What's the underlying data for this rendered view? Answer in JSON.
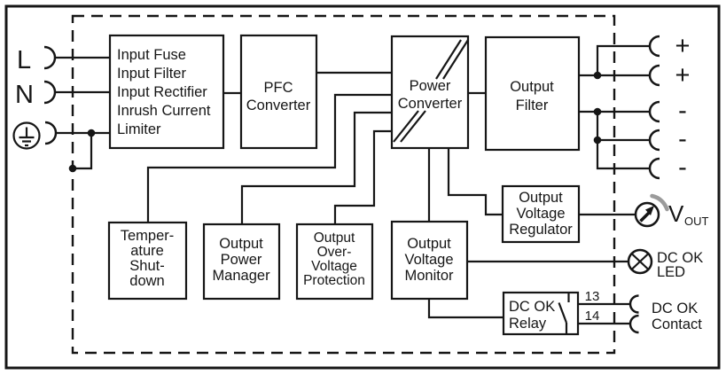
{
  "diagram_type": "power-supply-block-diagram",
  "colors": {
    "line": "#161616",
    "background": "#ffffff",
    "rotation_arrow_gray": "#9b9b9b"
  },
  "input_terminals": {
    "line_label": "L",
    "neutral_label": "N",
    "earth_icon": "protective-earth-icon"
  },
  "blocks": {
    "input_stage": {
      "lines": [
        "Input Fuse",
        "Input Filter",
        "Input Rectifier",
        "Inrush Current",
        "Limiter"
      ]
    },
    "pfc_converter": {
      "lines": [
        "PFC",
        "Converter"
      ]
    },
    "power_converter": {
      "lines": [
        "Power",
        "Converter"
      ]
    },
    "output_filter": {
      "lines": [
        "Output",
        "Filter"
      ]
    },
    "output_voltage_regulator": {
      "lines": [
        "Output",
        "Voltage",
        "Regulator"
      ]
    },
    "output_voltage_monitor": {
      "lines": [
        "Output",
        "Voltage",
        "Monitor"
      ]
    },
    "temperature_shutdown": {
      "lines": [
        "Temper-",
        "ature",
        "Shut-",
        "down"
      ]
    },
    "output_power_manager": {
      "lines": [
        "Output",
        "Power",
        "Manager"
      ]
    },
    "output_overvoltage_protection": {
      "lines": [
        "Output",
        "Over-",
        "Voltage",
        "Protection"
      ]
    },
    "dc_ok_relay": {
      "lines": [
        "DC OK",
        "Relay"
      ]
    }
  },
  "output_terminals": {
    "positive": [
      "+",
      "+"
    ],
    "negative": [
      "-",
      "-",
      "-"
    ]
  },
  "indicators": {
    "vout": {
      "symbol": "V",
      "subscript": "OUT"
    },
    "dc_ok_led": {
      "lines": [
        "DC OK",
        "LED"
      ]
    },
    "dc_ok_contact": {
      "pins": [
        "13",
        "14"
      ],
      "lines": [
        "DC OK",
        "Contact"
      ]
    }
  }
}
